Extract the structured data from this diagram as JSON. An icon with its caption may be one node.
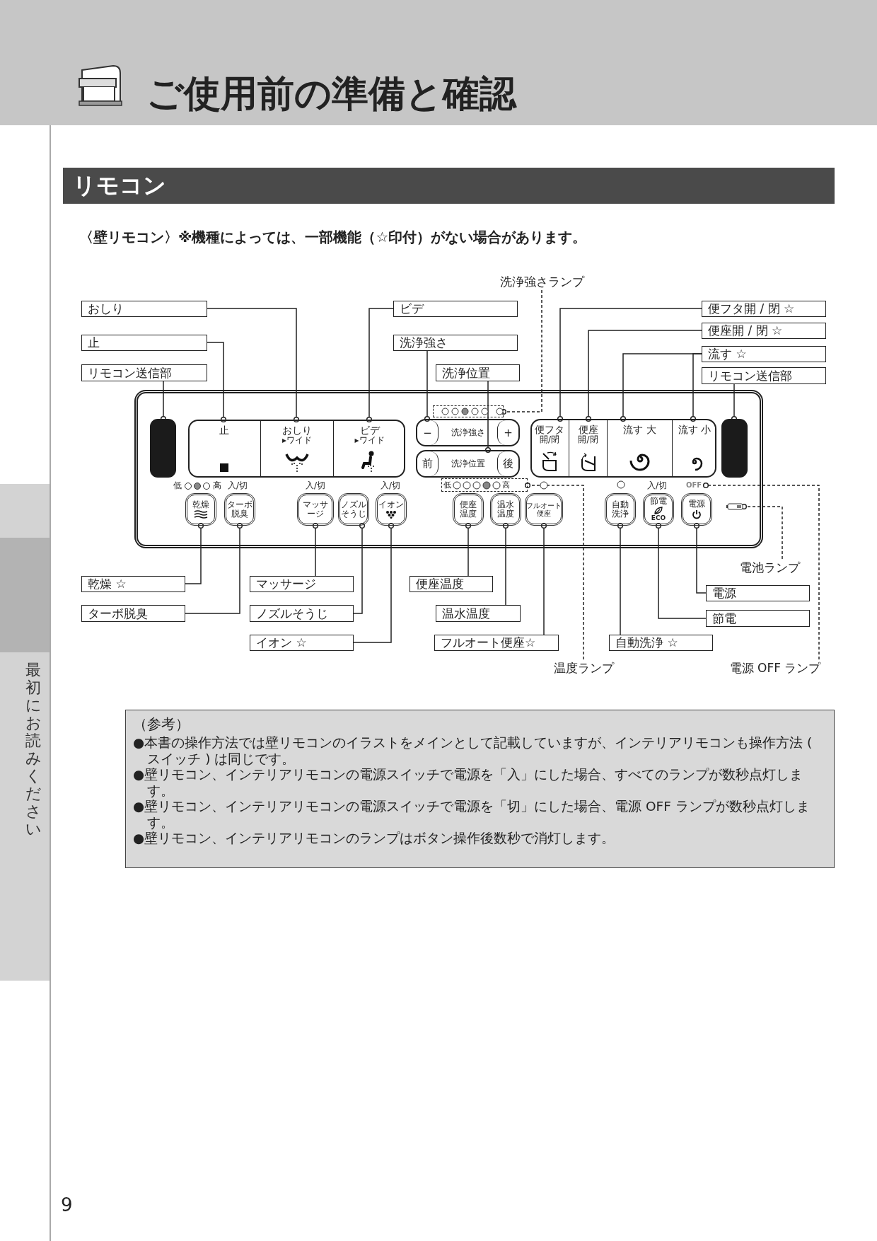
{
  "diagram": {
    "title": "ご使用前の準備と確認",
    "nodes": [
      {
        "text": [
          "リモコン"
        ]
      },
      {
        "text": [
          "洗浄強さランプ"
        ]
      },
      {
        "text": [
          "おしり"
        ]
      },
      {
        "text": [
          "ビデ"
        ]
      },
      {
        "text": [
          "便フタ開 / 閉 ☆"
        ]
      },
      {
        "text": [
          "便座開 / 閉 ☆"
        ]
      },
      {
        "text": [
          "止"
        ]
      },
      {
        "text": [
          "洗浄強さ"
        ]
      },
      {
        "text": [
          "流す ☆"
        ]
      },
      {
        "text": [
          "リモコン送信部"
        ]
      },
      {
        "text": [
          "洗浄位置"
        ]
      },
      {
        "text": [
          "リモコン送信部"
        ]
      },
      {
        "text": [],
        "shape": "box"
      },
      {
        "text": [],
        "shape": "box",
        "in": 12
      },
      {
        "text": [],
        "shape": "box",
        "in": 12
      },
      {
        "text": [
          "止"
        ],
        "in": 14
      },
      {
        "text": [
          "おしり",
          "▸ワイド"
        ],
        "in": 14
      },
      {
        "text": [
          "ビデ",
          "▸ワイド"
        ],
        "in": 14
      },
      {
        "text": [],
        "shape": "box",
        "in": 12
      },
      {
        "text": [
          "−",
          "洗浄強さ",
          "+"
        ],
        "in": 12
      },
      {
        "text": [
          "前",
          "洗浄位置",
          "後"
        ],
        "in": 12
      },
      {
        "text": [],
        "shape": "box",
        "in": 12
      },
      {
        "text": [
          "便フタ",
          "開/閉"
        ],
        "in": 21
      },
      {
        "text": [
          "便座",
          "開/閉"
        ],
        "in": 21
      },
      {
        "text": [
          "流す 大"
        ],
        "in": 21
      },
      {
        "text": [
          "流す 小"
        ],
        "in": 21
      },
      {
        "text": [],
        "shape": "box",
        "in": 12
      },
      {
        "text": [
          "乾燥"
        ],
        "in": 12
      },
      {
        "text": [
          "ターボ脱臭"
        ],
        "in": 12
      },
      {
        "text": [
          "マッサージ"
        ],
        "in": 12
      },
      {
        "text": [
          "ノズルそうじ"
        ],
        "in": 12
      },
      {
        "text": [
          "イオン"
        ],
        "in": 12
      },
      {
        "text": [
          "低",
          "高"
        ],
        "in": 12
      },
      {
        "text": [
          "便座温度"
        ],
        "in": 12
      },
      {
        "text": [
          "温水温度"
        ],
        "in": 12
      },
      {
        "text": [
          "フルオート便座"
        ],
        "in": 12
      },
      {
        "text": [
          "自動洗浄"
        ],
        "in": 12
      },
      {
        "text": [
          "節電",
          "ECO"
        ],
        "in": 12
      },
      {
        "text": [
          "電源"
        ],
        "in": 12
      },
      {
        "text": [
          "OFF"
        ],
        "in": 12
      },
      {
        "text": [],
        "shape": "battery",
        "in": 12
      },
      {
        "text": [
          "電池ランプ"
        ]
      },
      {
        "text": [
          "乾燥 ☆"
        ]
      },
      {
        "text": [
          "マッサージ"
        ]
      },
      {
        "text": [
          "便座温度"
        ]
      },
      {
        "text": [
          "電源"
        ]
      },
      {
        "text": [
          "ターボ脱臭"
        ]
      },
      {
        "text": [
          "ノズルそうじ"
        ]
      },
      {
        "text": [
          "温水温度"
        ]
      },
      {
        "text": [
          "節電"
        ]
      },
      {
        "text": [
          "イオン ☆"
        ]
      },
      {
        "text": [
          "フルオート便座☆"
        ]
      },
      {
        "text": [
          "自動洗浄 ☆"
        ]
      },
      {
        "text": [
          "温度ランプ"
        ]
      },
      {
        "text": [
          "電源 OFF ランプ"
        ]
      },
      {
        "text": [
          "（参考）",
          "●本書の操作方法では壁リモコンのイラストをメインとして記載していますが、インテリアリモコンも操作方法 ( スイッチ ) は同じです。",
          "●壁リモコン、インテリアリモコンの電源スイッチで電源を「入」にした場合、すべてのランプが数秒点灯します。",
          "●壁リモコン、インテリアリモコンの電源スイッチで電源を「切」にした場合、電源 OFF ランプが数秒点灯します。",
          "●壁リモコン、インテリアリモコンのランプはボタン操作後数秒で消灯します。"
        ]
      },
      {
        "text": [
          "最初にお読みください"
        ]
      }
    ],
    "edges": [
      {
        "from": 1,
        "to": 18,
        "arrow": "other",
        "style": "dashed"
      },
      {
        "from": 2,
        "to": 16,
        "arrow": "other"
      },
      {
        "from": 3,
        "to": 17,
        "arrow": "other"
      },
      {
        "from": 4,
        "to": 22,
        "arrow": "other"
      },
      {
        "from": 5,
        "to": 23,
        "arrow": "other"
      },
      {
        "from": 6,
        "to": 15,
        "arrow": "other"
      },
      {
        "from": 7,
        "to": 19,
        "arrow": "other"
      },
      {
        "from": 8,
        "to": 24,
        "arrow": "other"
      },
      {
        "from": 8,
        "to": 25,
        "arrow": "other"
      },
      {
        "from": 9,
        "to": 13,
        "arrow": "other"
      },
      {
        "from": 10,
        "to": 20,
        "arrow": "other"
      },
      {
        "from": 11,
        "to": 26,
        "arrow": "other"
      },
      {
        "from": 42,
        "to": 27,
        "arrow": "other"
      },
      {
        "from": 46,
        "to": 28,
        "arrow": "other"
      },
      {
        "from": 43,
        "to": 29,
        "arrow": "other"
      },
      {
        "from": 47,
        "to": 30,
        "arrow": "other"
      },
      {
        "from": 50,
        "to": 31,
        "arrow": "other"
      },
      {
        "from": 44,
        "to": 33,
        "arrow": "other"
      },
      {
        "from": 48,
        "to": 34,
        "arrow": "other"
      },
      {
        "from": 51,
        "to": 35,
        "arrow": "other"
      },
      {
        "from": 52,
        "to": 36,
        "arrow": "other"
      },
      {
        "from": 45,
        "to": 38,
        "arrow": "other"
      },
      {
        "from": 49,
        "to": 37,
        "arrow": "other"
      },
      {
        "from": 41,
        "to": 40,
        "arrow": "other",
        "style": "dashed"
      },
      {
        "from": 53,
        "to": 32,
        "arrow": "other",
        "style": "dashed"
      },
      {
        "from": 54,
        "to": 39,
        "arrow": "other",
        "style": "dashed"
      }
    ],
    "labels": [
      "〈壁リモコン〉※機種によっては、一部機能（☆印付）がない場合があります。",
      "低",
      "高",
      "入/切",
      "入/切",
      "入/切",
      "入/切",
      "9"
    ]
  }
}
